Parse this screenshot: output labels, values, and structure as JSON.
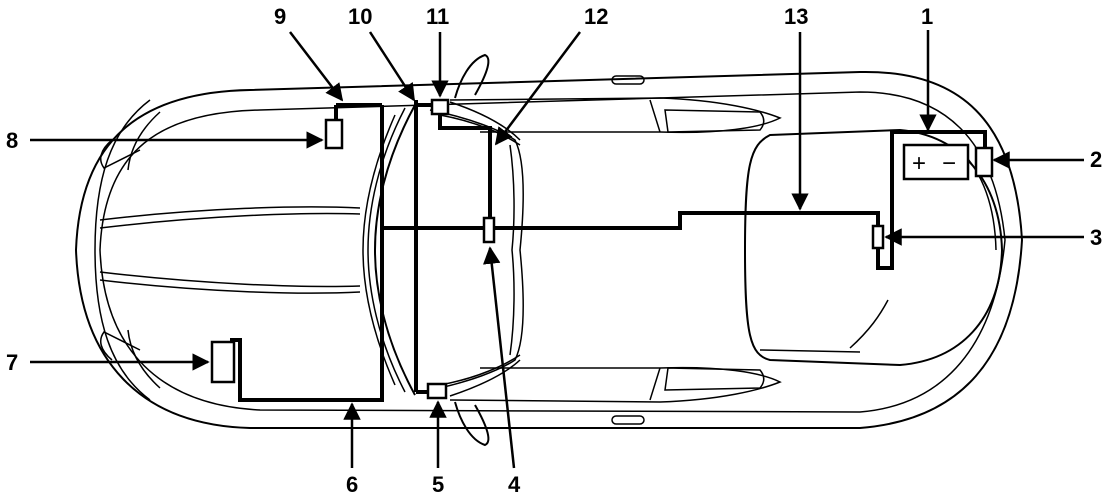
{
  "colors": {
    "ink": "#000000",
    "paper": "#ffffff"
  },
  "battery": {
    "plus": "+",
    "minus": "−"
  },
  "callouts": [
    {
      "id": "1",
      "label": "1"
    },
    {
      "id": "2",
      "label": "2"
    },
    {
      "id": "3",
      "label": "3"
    },
    {
      "id": "4",
      "label": "4"
    },
    {
      "id": "5",
      "label": "5"
    },
    {
      "id": "6",
      "label": "6"
    },
    {
      "id": "7",
      "label": "7"
    },
    {
      "id": "8",
      "label": "8"
    },
    {
      "id": "9",
      "label": "9"
    },
    {
      "id": "10",
      "label": "10"
    },
    {
      "id": "11",
      "label": "11"
    },
    {
      "id": "12",
      "label": "12"
    },
    {
      "id": "13",
      "label": "13"
    }
  ]
}
